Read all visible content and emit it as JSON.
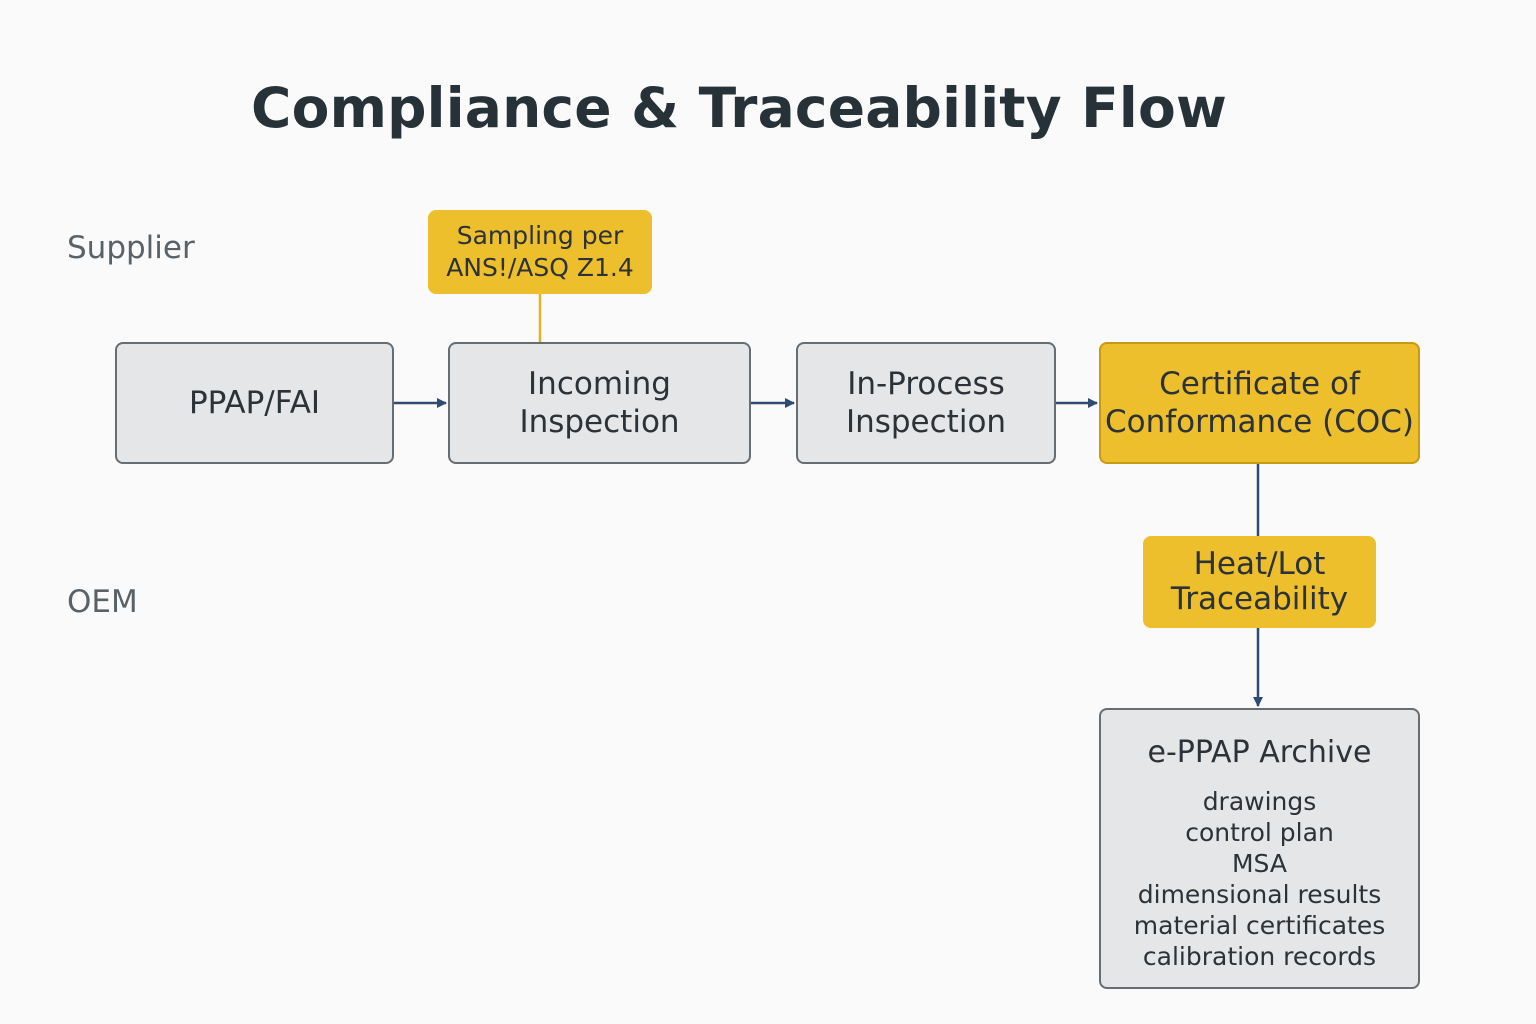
{
  "title": "Compliance & Traceability Flow",
  "lanes": {
    "supplier": "Supplier",
    "oem": "OEM"
  },
  "steps": {
    "ppap_fai": "PPAP/FAI",
    "incoming_inspection": [
      "Incoming",
      "Inspection"
    ],
    "in_process_inspection": [
      "In-Process",
      "Inspection"
    ],
    "coc": [
      "Certificate of",
      "Conformance (COC)"
    ]
  },
  "annotations": {
    "sampling": [
      "Sampling per",
      "ANS!/ASQ Z1.4"
    ],
    "heat_lot": [
      "Heat/Lot",
      "Traceability"
    ]
  },
  "archive": {
    "title": "e-PPAP Archive",
    "items": [
      "drawings",
      "control plan",
      "MSA",
      "dimensional results",
      "material certificates",
      "calibration records"
    ]
  },
  "colors": {
    "accent": "#eebf2c",
    "box_fill": "#e4e6e8",
    "box_border": "#666d73",
    "arrow": "#2f4a73",
    "background": "#fafafa"
  }
}
